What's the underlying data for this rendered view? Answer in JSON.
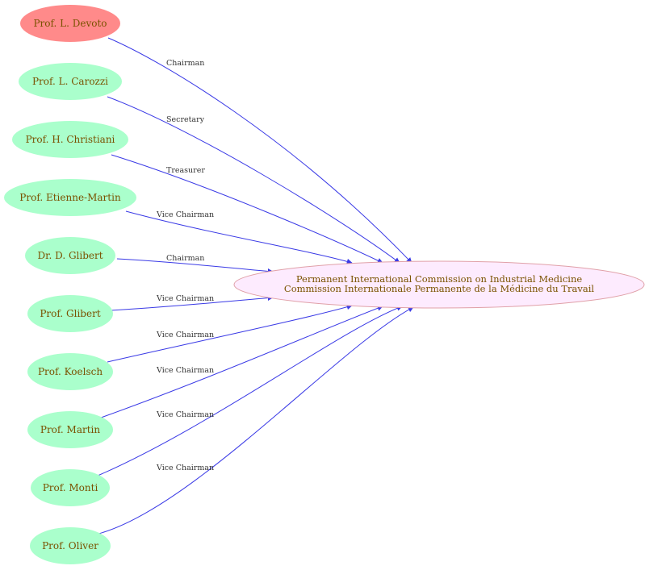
{
  "colors": {
    "chair_node_fill": "#ff8a8a",
    "member_node_fill": "#aaffcc",
    "center_node_fill": "#fdebfe",
    "center_node_stroke": "#e0a0a8",
    "edge_color": "#3a3ae6",
    "label_color": "#7a5200"
  },
  "center": {
    "line1": "Permanent International Commission on Industrial Medicine",
    "line2": "Commission Internationale Permanente de la Médicine du Travail"
  },
  "members": [
    {
      "name": "Prof. L. Devoto",
      "role": "Chairman",
      "highlight": true
    },
    {
      "name": "Prof. L. Carozzi",
      "role": "Secretary",
      "highlight": false
    },
    {
      "name": "Prof. H. Christiani",
      "role": "Treasurer",
      "highlight": false
    },
    {
      "name": "Prof. Etienne-Martin",
      "role": "Vice Chairman",
      "highlight": false
    },
    {
      "name": "Dr. D. Glibert",
      "role": "Chairman",
      "highlight": false
    },
    {
      "name": "Prof. Glibert",
      "role": "Vice Chairman",
      "highlight": false
    },
    {
      "name": "Prof. Koelsch",
      "role": "Vice Chairman",
      "highlight": false
    },
    {
      "name": "Prof. Martin",
      "role": "Vice Chairman",
      "highlight": false
    },
    {
      "name": "Prof. Monti",
      "role": "Vice Chairman",
      "highlight": false
    },
    {
      "name": "Prof. Oliver",
      "role": "Vice Chairman",
      "highlight": false
    }
  ]
}
